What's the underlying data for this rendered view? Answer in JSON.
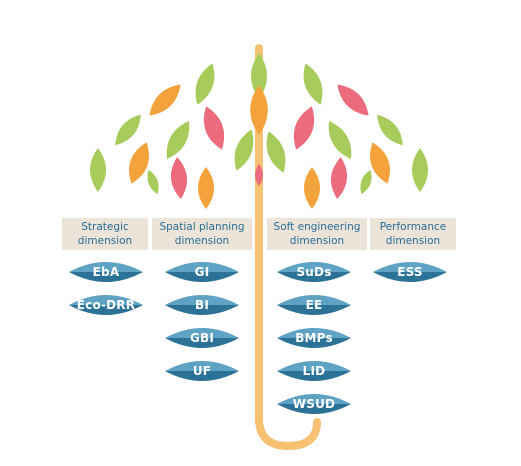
{
  "colors": {
    "leaf_green": "#a8cc5c",
    "leaf_orange": "#f4a23c",
    "leaf_pink": "#ec6b7d",
    "handle": "#f6c272",
    "dimension_box": "#ece4d8",
    "dimension_text": "#2a6d95",
    "pill_top": "#5ea3c4",
    "pill_bottom": "#2c7196"
  },
  "dimensions": [
    {
      "line1": "Strategic",
      "line2": "dimension",
      "items": [
        "EbA",
        "Eco-DRR"
      ]
    },
    {
      "line1": "Spatial planning",
      "line2": "dimension",
      "items": [
        "GI",
        "BI",
        "GBI",
        "UF"
      ]
    },
    {
      "line1": "Soft engineering",
      "line2": "dimension",
      "items": [
        "SuDs",
        "EE",
        "BMPs",
        "LID",
        "WSUD"
      ]
    },
    {
      "line1": "Performance",
      "line2": "dimension",
      "items": [
        "ESS"
      ]
    }
  ]
}
